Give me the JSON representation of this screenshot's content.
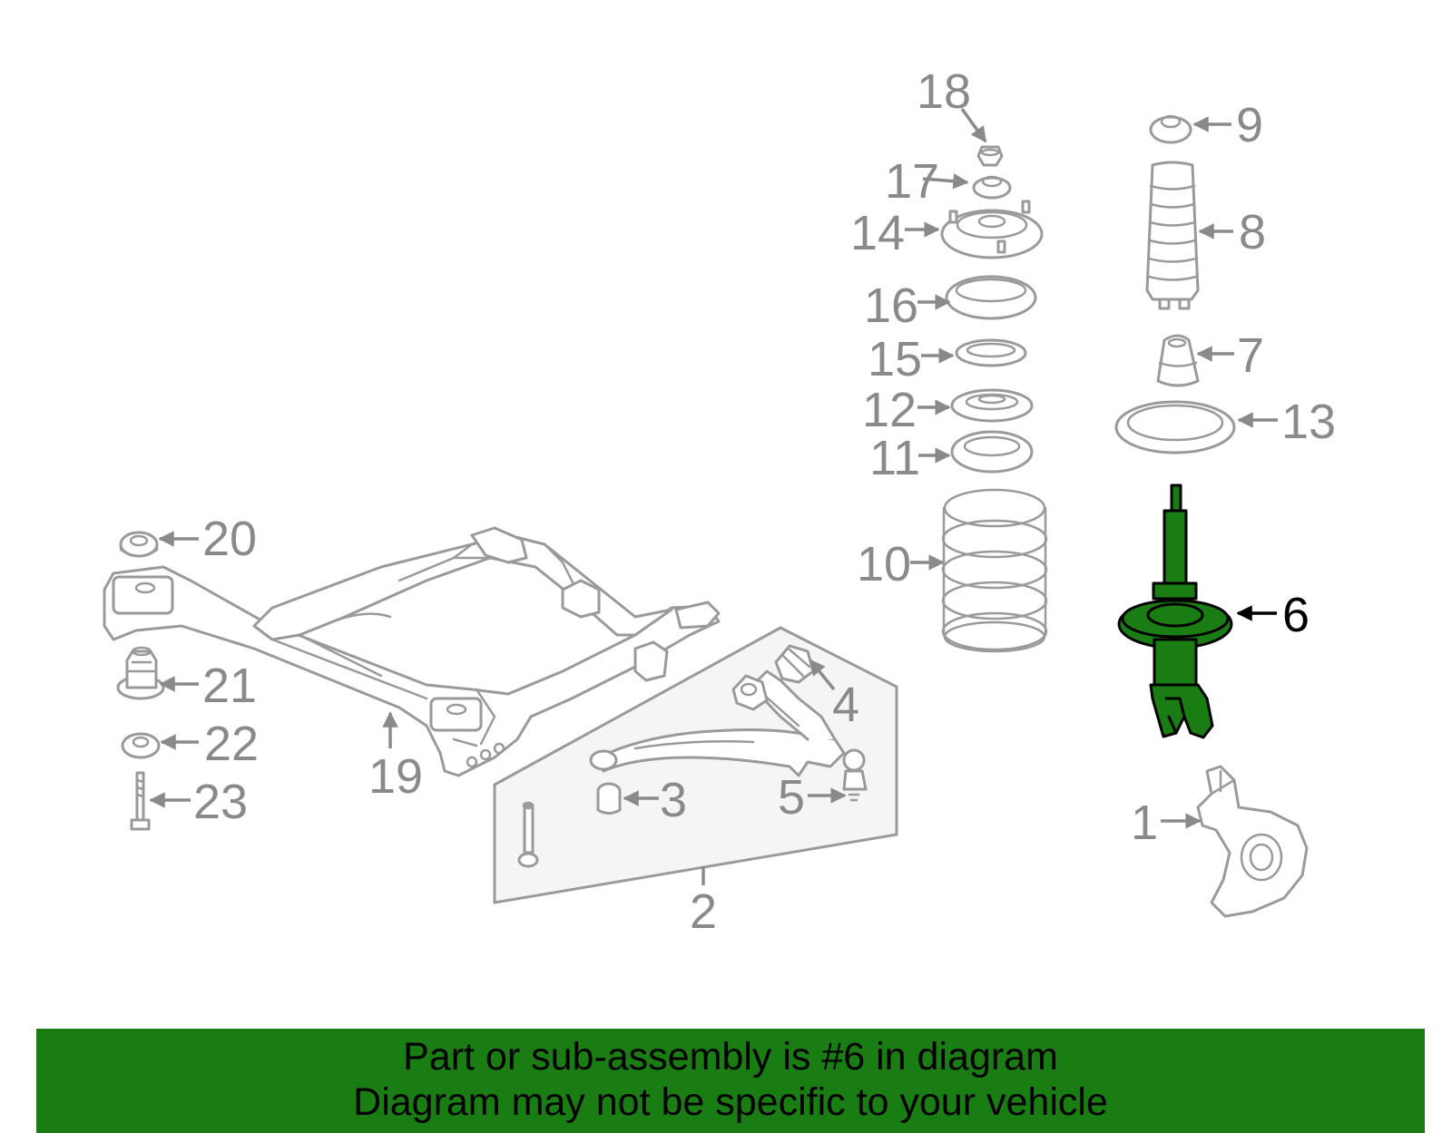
{
  "diagram": {
    "highlight_color": "#1a7d14",
    "labels": [
      {
        "id": "1",
        "text": "1"
      },
      {
        "id": "2",
        "text": "2"
      },
      {
        "id": "3",
        "text": "3"
      },
      {
        "id": "4",
        "text": "4"
      },
      {
        "id": "5",
        "text": "5"
      },
      {
        "id": "6",
        "text": "6",
        "highlighted": true
      },
      {
        "id": "7",
        "text": "7"
      },
      {
        "id": "8",
        "text": "8"
      },
      {
        "id": "9",
        "text": "9"
      },
      {
        "id": "10",
        "text": "10"
      },
      {
        "id": "11",
        "text": "11"
      },
      {
        "id": "12",
        "text": "12"
      },
      {
        "id": "13",
        "text": "13"
      },
      {
        "id": "14",
        "text": "14"
      },
      {
        "id": "15",
        "text": "15"
      },
      {
        "id": "16",
        "text": "16"
      },
      {
        "id": "17",
        "text": "17"
      },
      {
        "id": "18",
        "text": "18"
      },
      {
        "id": "19",
        "text": "19"
      },
      {
        "id": "20",
        "text": "20"
      },
      {
        "id": "21",
        "text": "21"
      },
      {
        "id": "22",
        "text": "22"
      },
      {
        "id": "23",
        "text": "23"
      }
    ]
  },
  "banner": {
    "line1": "Part or sub-assembly is #6 in diagram",
    "line2": "Diagram may not be specific to your vehicle",
    "background": "#1a7d14"
  }
}
